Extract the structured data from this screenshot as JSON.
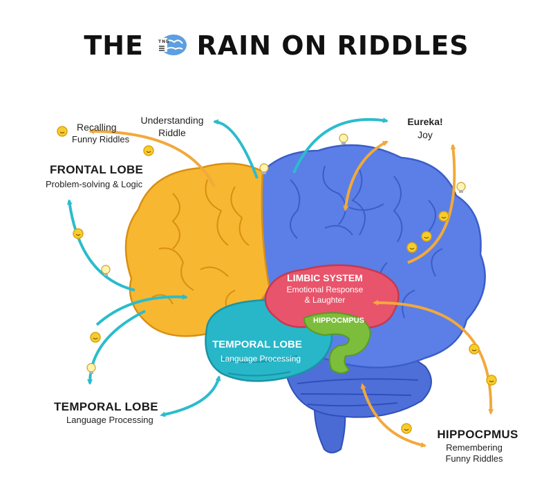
{
  "title": {
    "before": "THE",
    "logo_text": "TNb",
    "after": "RAIN ON RIDDLES"
  },
  "labels": {
    "recalling": {
      "line1": "Recalling",
      "line2": "Funny Riddles"
    },
    "understanding": {
      "line1": "Understanding",
      "line2": "Riddle"
    },
    "eureka": {
      "line1": "Eureka!",
      "line2": "Joy"
    },
    "frontal": {
      "title": "FRONTAL LOBE",
      "subtitle": "Problem-solving & Logic"
    },
    "temporal_outer": {
      "title": "TEMPORAL LOBE",
      "subtitle": "Language Processing"
    },
    "hippo_outer": {
      "title": "HIPPOCPMUS",
      "line1": "Remembering",
      "line2": "Funny Riddles"
    }
  },
  "brain_labels": {
    "limbic": {
      "title": "LIMBIC SYSTEM",
      "line1": "Emotional Response",
      "line2": "& Laughter"
    },
    "hippo_inner": "HIPPOCMPUS",
    "temporal_inner": {
      "title": "TEMPORAL LOBE",
      "subtitle": "Language Processing"
    }
  },
  "colors": {
    "frontal": "#f7b731",
    "parietal": "#5b7fe6",
    "temporal": "#27b7c9",
    "limbic": "#e8546b",
    "hippocampus": "#7dbd3c",
    "cerebellum": "#4f6fd8",
    "arrow_teal": "#2bbccc",
    "arrow_orange": "#f2a93b",
    "smiley": "#f7cd2e"
  },
  "icons": [
    "smiley-icon",
    "lightbulb-icon",
    "brain-logo-icon"
  ]
}
